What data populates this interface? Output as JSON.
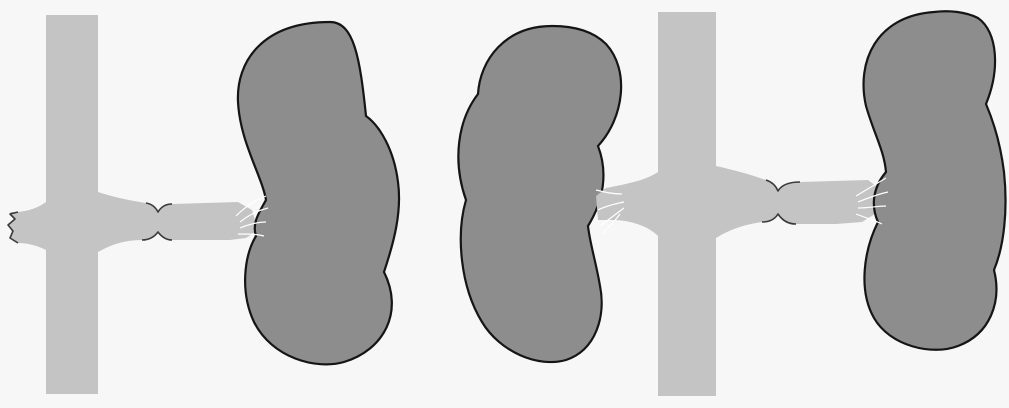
{
  "colors": {
    "background": "#f7f7f7",
    "vessel_fill": "#c4c4c4",
    "kidney_fill": "#8d8d8d",
    "outline": "#151515"
  },
  "panels": [
    {
      "id": "left",
      "shows": [
        "aorta",
        "renal-artery",
        "renal-artery-stenosis",
        "kidney"
      ]
    },
    {
      "id": "right",
      "shows": [
        "kidney",
        "renal-artery",
        "aorta",
        "renal-artery",
        "renal-artery-stenosis",
        "kidney"
      ]
    }
  ]
}
